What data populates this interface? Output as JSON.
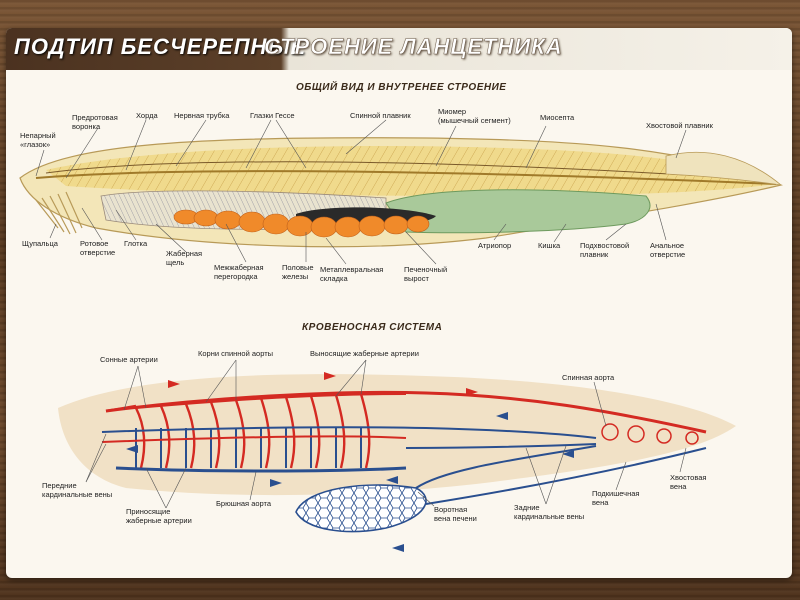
{
  "title": {
    "left": "ПОДТИП БЕСЧЕРЕПНЫЕ",
    "right": "СТРОЕНИЕ ЛАНЦЕТНИКА"
  },
  "section1": {
    "heading": "ОБЩИЙ ВИД И ВНУТРЕНЕЕ СТРОЕНИЕ",
    "labels": {
      "neparny": "Непарный\n«глазок»",
      "predrotovaya": "Предротовая\nворонка",
      "horda": "Хорда",
      "nervnaya": "Нервная трубка",
      "glazki": "Глазки Гессе",
      "spinnoy": "Спинной плавник",
      "miomer": "Миомер\n(мышечный сегмент)",
      "miosepta": "Миосепта",
      "hvostovoy": "Хвостовой плавник",
      "shchupaltsa": "Щупальца",
      "rotovoe": "Ротовое\nотверстие",
      "glotka": "Глотка",
      "zhabernaya": "Жаберная\nщель",
      "mezhzhabernaya": "Межжаберная\nперегородка",
      "polovye": "Половые\nжелезы",
      "metaplevralnaya": "Метаплевральная\nскладка",
      "pechenochny": "Печеночный\nвырост",
      "atriopor": "Атриопор",
      "kishka": "Кишка",
      "podhvostovoy": "Подхвостовой\nплавник",
      "analnoe": "Анальное\nотверстие"
    }
  },
  "section2": {
    "heading": "КРОВЕНОСНАЯ СИСТЕМА",
    "labels": {
      "sonnye": "Сонные артерии",
      "korni": "Корни спинной аорты",
      "vynosyashchie": "Выносящие жаберные артерии",
      "spinnaya_aorta": "Спинная аорта",
      "perednie": "Передние\nкардинальные вены",
      "prinosyashchie": "Приносящие\nжаберные артерии",
      "bryushnaya": "Брюшная аорта",
      "vorotnaya": "Воротная\nвена печени",
      "zadnie": "Задние\nкардинальные вены",
      "podklyuchichnaya": "Подкишечная\nвена",
      "hvostovaya_vena": "Хвостовая\nвена"
    }
  },
  "colors": {
    "artery": "#d42a22",
    "vein": "#2a4f8f",
    "gonads": "#f08a2a",
    "gut": "#a9c99a",
    "body": "#f3e6b8",
    "muscle": "#e8c060"
  }
}
